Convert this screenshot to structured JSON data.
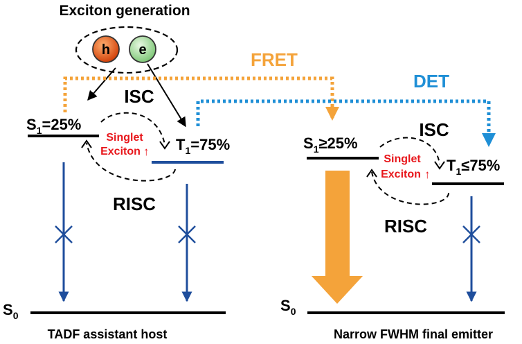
{
  "header": {
    "title": "Exciton generation"
  },
  "particles": {
    "hole": "h",
    "electron": "e"
  },
  "transfers": {
    "fret": "FRET",
    "det": "DET"
  },
  "host": {
    "s1_main": "S",
    "s1_sub": "1",
    "s1_value": "=25%",
    "t1_main": "T",
    "t1_sub": "1",
    "t1_value": "=75%",
    "s0_main": "S",
    "s0_sub": "0",
    "isc": "ISC",
    "risc": "RISC",
    "singlet_line1": "Singlet",
    "singlet_line2": "Exciton",
    "up_arrow": "↑",
    "caption": "TADF assistant host"
  },
  "emitter": {
    "s1_main": "S",
    "s1_sub": "1",
    "s1_value": "≥25%",
    "t1_main": "T",
    "t1_sub": "1",
    "t1_value": "≤75%",
    "s0_main": "S",
    "s0_sub": "0",
    "isc": "ISC",
    "risc": "RISC",
    "singlet_line1": "Singlet",
    "singlet_line2": "Exciton",
    "up_arrow": "↑",
    "caption": "Narrow FWHM final emitter"
  },
  "colors": {
    "orange": "#f4a33a",
    "blue": "#1f8fd6",
    "navy": "#1f4e9c",
    "red": "#e8161b",
    "hole_fill": "#e2540e",
    "electron_fill": "#a5d99c",
    "black": "#000000"
  }
}
